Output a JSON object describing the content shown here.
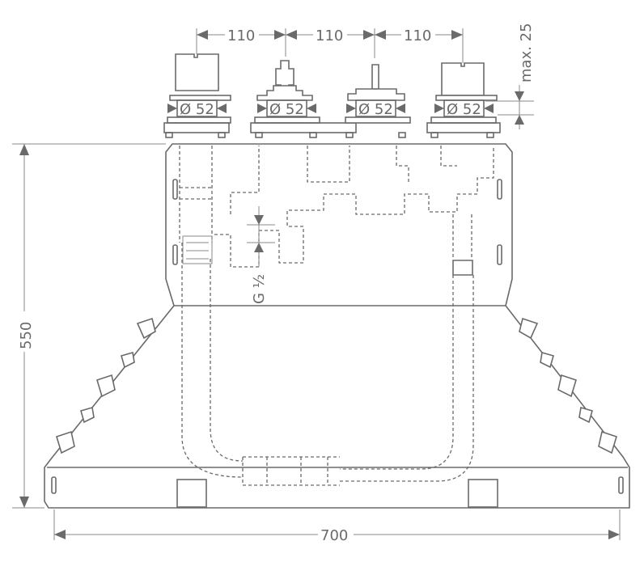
{
  "dimensions": {
    "spacing_1": "110",
    "spacing_2": "110",
    "spacing_3": "110",
    "diameter_1": "Ø 52",
    "diameter_2": "Ø 52",
    "diameter_3": "Ø 52",
    "diameter_4": "Ø 52",
    "max_depth": "max. 25",
    "height": "550",
    "width": "700",
    "thread": "G ½"
  }
}
